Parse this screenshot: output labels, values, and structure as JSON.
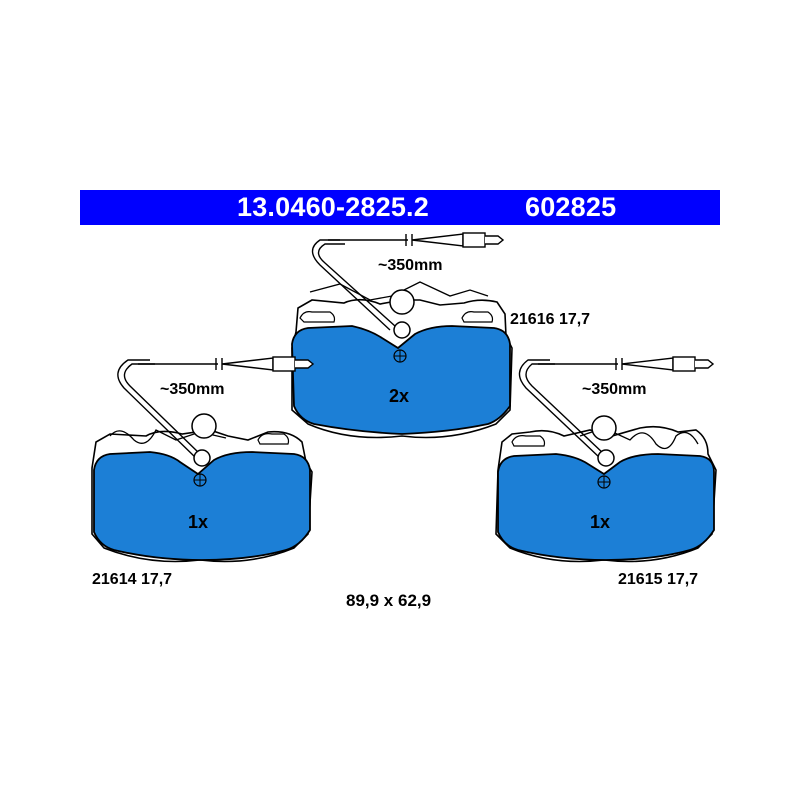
{
  "header": {
    "part_number": "13.0460-2825.2",
    "code": "602825"
  },
  "pads": [
    {
      "id": "top",
      "quantity": "2x",
      "ref": "21616 17,7",
      "cable": "~350mm"
    },
    {
      "id": "left",
      "quantity": "1x",
      "ref": "21614 17,7",
      "cable": "~350mm"
    },
    {
      "id": "right",
      "quantity": "1x",
      "ref": "21615 17,7",
      "cable": "~350mm"
    }
  ],
  "dimensions": "89,9 x 62,9",
  "colors": {
    "header_bg": "#0000ff",
    "pad_fill": "#1c7fd6",
    "outline": "#000000"
  }
}
